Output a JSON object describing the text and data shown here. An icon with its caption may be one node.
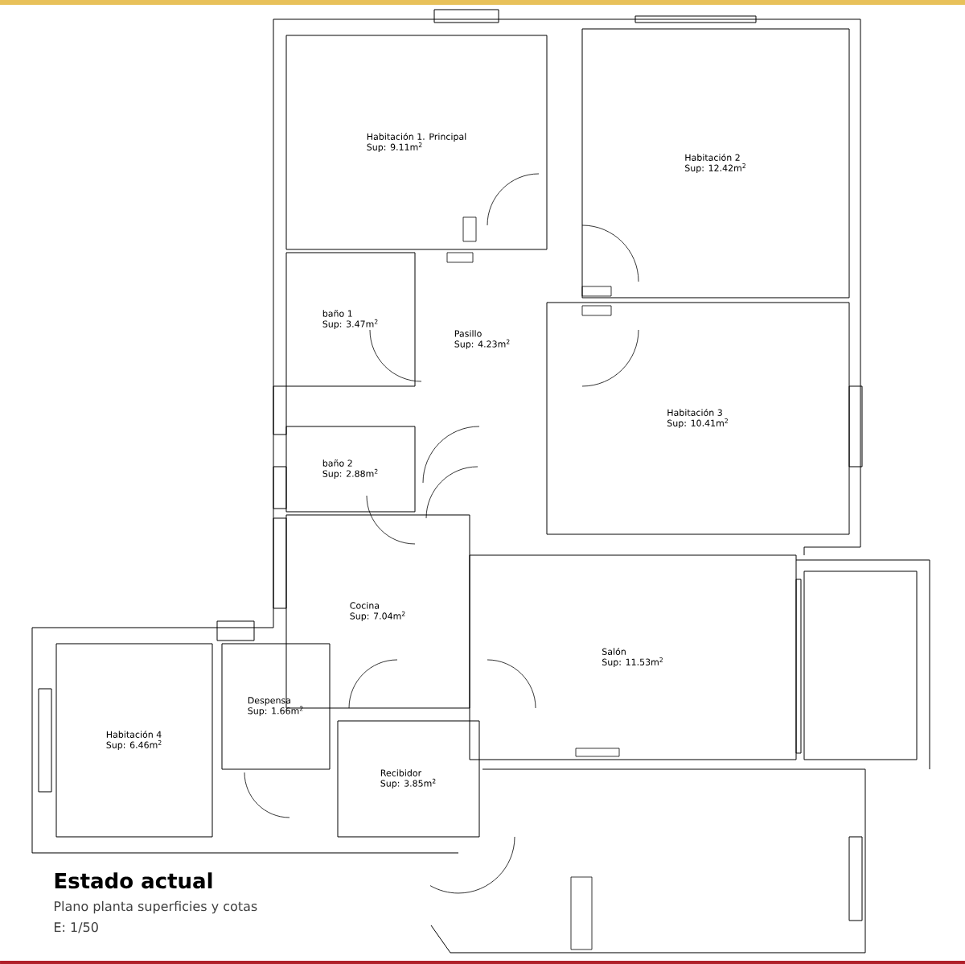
{
  "diagram": {
    "title": "Estado actual",
    "nodes": [
      {
        "text": [
          "Habitación 1. Principal",
          "Sup: 9.11m$^{2}$"
        ]
      },
      {
        "text": [
          "Habitación 2",
          "Sup: 12.42m$^{2}$"
        ]
      },
      {
        "text": [
          "baño 1",
          "Sup: 3.47m$^{2}$"
        ]
      },
      {
        "text": [
          "Pasillo",
          "Sup: 4.23m$^{2}$"
        ]
      },
      {
        "text": [
          "Habitación 3",
          "Sup: 10.41m$^{2}$"
        ]
      },
      {
        "text": [
          "baño 2",
          "Sup: 2.88m$^{2}$"
        ]
      },
      {
        "text": [
          "Cocina",
          "Sup: 7.04m$^{2}$"
        ]
      },
      {
        "text": [
          "Salón",
          "Sup: 11.53m$^{2}$"
        ]
      },
      {
        "text": [
          "Habitación 4",
          "Sup: 6.46m$^{2}$"
        ]
      },
      {
        "text": [
          "Despensa",
          "Sup: 1.66m$^{2}$"
        ]
      },
      {
        "text": [
          "Recibidor",
          "Sup: 3.85m$^{2}$"
        ]
      }
    ],
    "labels": [
      "Plano planta superficies y cotas",
      "E: 1/50"
    ]
  }
}
